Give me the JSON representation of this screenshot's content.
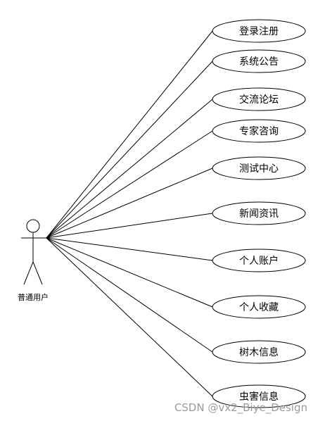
{
  "actor": {
    "label": "普通用户"
  },
  "use_cases": [
    {
      "id": "login-register",
      "label": "登录注册"
    },
    {
      "id": "system-notice",
      "label": "系统公告"
    },
    {
      "id": "forum",
      "label": "交流论坛"
    },
    {
      "id": "expert-consult",
      "label": "专家咨询"
    },
    {
      "id": "test-center",
      "label": "测试中心"
    },
    {
      "id": "news",
      "label": "新闻资讯"
    },
    {
      "id": "personal-account",
      "label": "个人账户"
    },
    {
      "id": "personal-favorites",
      "label": "个人收藏"
    },
    {
      "id": "tree-info",
      "label": "树木信息"
    },
    {
      "id": "pest-info",
      "label": "虫害信息"
    }
  ],
  "watermark": "CSDN @vx2_Biye_Design"
}
